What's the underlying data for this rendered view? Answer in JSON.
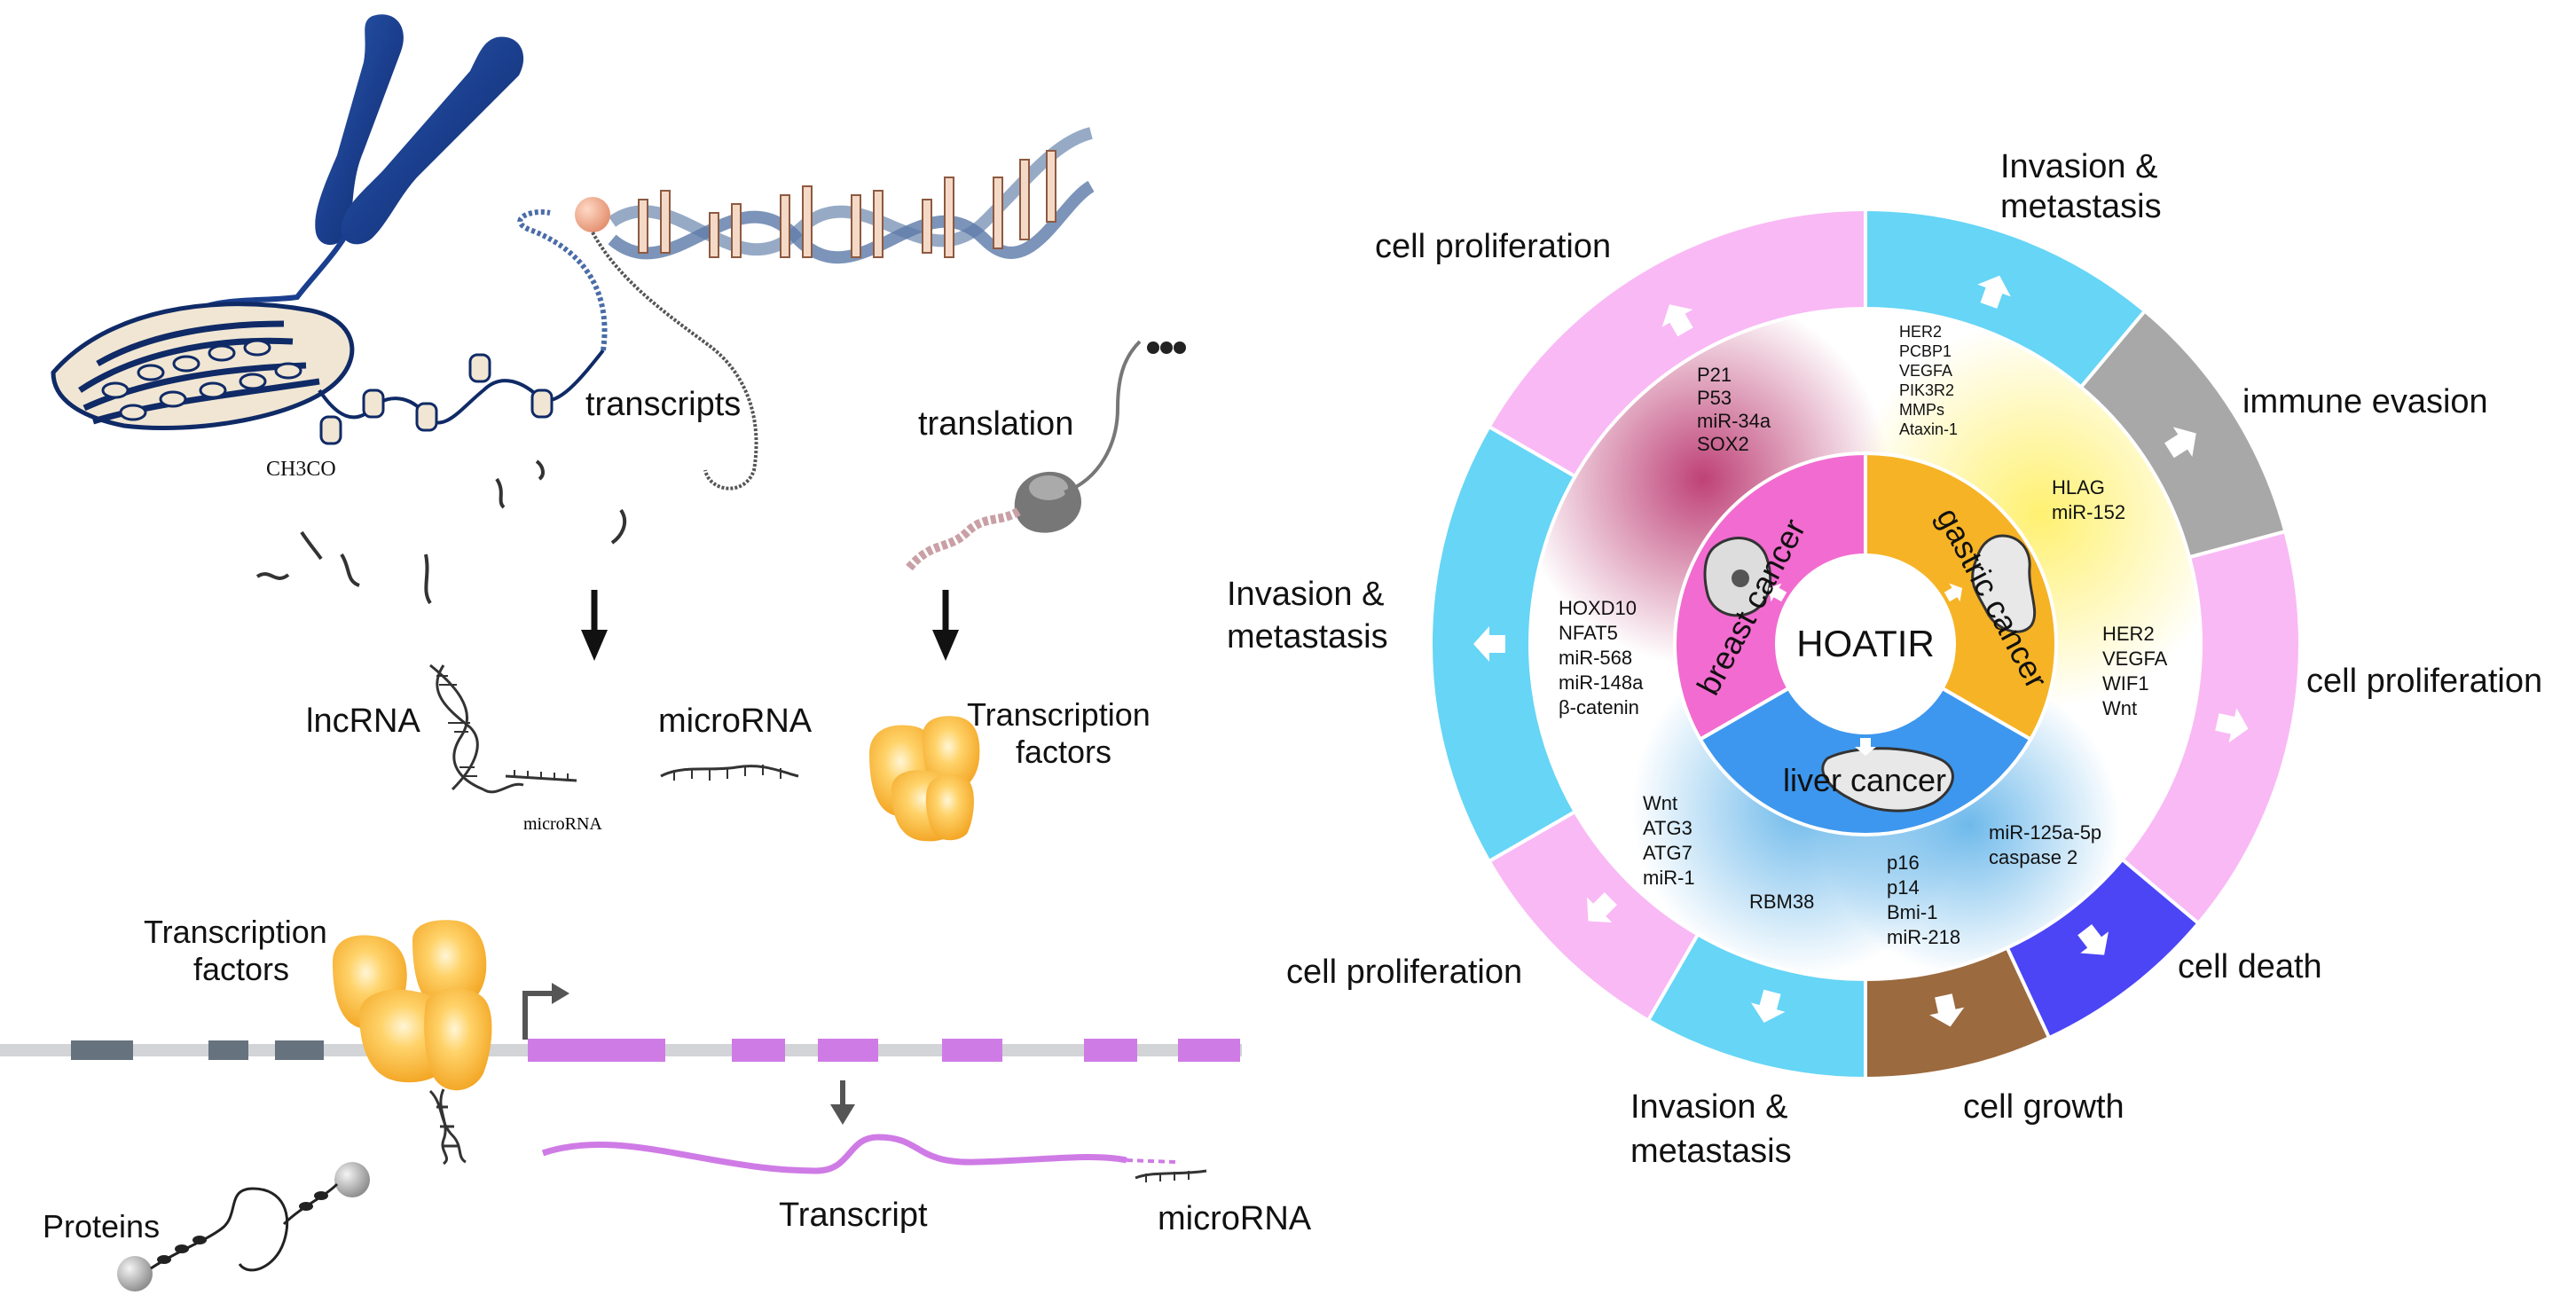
{
  "left_panel": {
    "acetyl_label": "CH3CO",
    "transcripts_label": "transcripts",
    "translation_label": "translation",
    "lncrna_label": "lncRNA",
    "mirna_small_label": "microRNA",
    "microrna_label": "microRNA",
    "tf_top_line1": "Transcription",
    "tf_top_line2": "factors",
    "tf_bottom_line1": "Transcription",
    "tf_bottom_line2": "factors",
    "proteins_label": "Proteins",
    "transcript_label": "Transcript",
    "mirna_bottom_label": "microRNA"
  },
  "wheel": {
    "center_label": "HOATIR",
    "inner_sectors": [
      {
        "label": "breast cancer",
        "color": "#f26bd0"
      },
      {
        "label": "gastric cancer",
        "color": "#f6b325"
      },
      {
        "label": "liver cancer",
        "color": "#3d97ee"
      }
    ],
    "gene_lists": {
      "breast_top": [
        "P21",
        "P53",
        "miR-34a",
        "SOX2"
      ],
      "breast_left": [
        "HOXD10",
        "NFAT5",
        "miR-568",
        "miR-148a",
        "β-catenin"
      ],
      "gastric_top": [
        "HER2",
        "PCBP1",
        "VEGFA",
        "PIK3R2",
        "MMPs",
        "Ataxin-1"
      ],
      "gastric_right_top": [
        "HLAG",
        "miR-152"
      ],
      "gastric_right": [
        "HER2",
        "VEGFA",
        "WIF1",
        "Wnt"
      ],
      "liver_left": [
        "Wnt",
        "ATG3",
        "ATG7",
        "miR-1"
      ],
      "liver_rbm": [
        "RBM38"
      ],
      "liver_bottom": [
        "p16",
        "p14",
        "Bmi-1",
        "miR-218"
      ],
      "liver_right": [
        "miR-125a-5p",
        "caspase 2"
      ]
    },
    "outer_segments": [
      {
        "label": "Invasion & metastasis",
        "color": "#66d5f6"
      },
      {
        "label": "immune evasion",
        "color": "#a8a8a8"
      },
      {
        "label": "cell proliferation",
        "color": "#f9b9f5"
      },
      {
        "label": "cell death",
        "color": "#4c45f6"
      },
      {
        "label": "cell growth",
        "color": "#9b6a3e"
      },
      {
        "label": "Invasion & metastasis",
        "color": "#66d5f6"
      },
      {
        "label": "cell proliferation",
        "color": "#f9b9f5"
      },
      {
        "label": "Invasion & metastasis",
        "color": "#66d5f6"
      },
      {
        "label": "cell proliferation",
        "color": "#f9b9f5"
      }
    ],
    "outer_labels": {
      "top_right_line1": "Invasion &",
      "top_right_line2": "metastasis",
      "immune": "immune evasion",
      "prolif_right": "cell proliferation",
      "death": "cell death",
      "growth": "cell growth",
      "bottom_line1": "Invasion &",
      "bottom_line2": "metastasis",
      "prolif_bottom_left": "cell proliferation",
      "left_line1": "Invasion &",
      "left_line2": "metastasis",
      "prolif_top_left": "cell proliferation"
    }
  }
}
